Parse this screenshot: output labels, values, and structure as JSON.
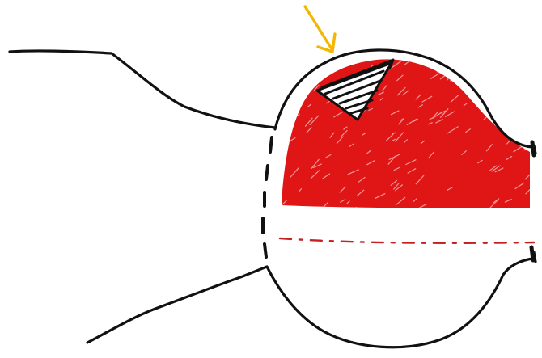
{
  "diagram": {
    "kind": "hand-drawn sketch",
    "labels": [],
    "colors": {
      "outline": "#111111",
      "fill_region": "#e01616",
      "fill_hatch": "#ffffff",
      "dashed_line": "#c42222",
      "arrow": "#f2b705"
    },
    "elements": [
      "bulb-outline",
      "tube-upper-line",
      "tube-lower-line",
      "dashed-boundary-left",
      "red-filled-region",
      "dashed-red-line",
      "striped-triangle-marker",
      "pointer-arrow"
    ]
  }
}
